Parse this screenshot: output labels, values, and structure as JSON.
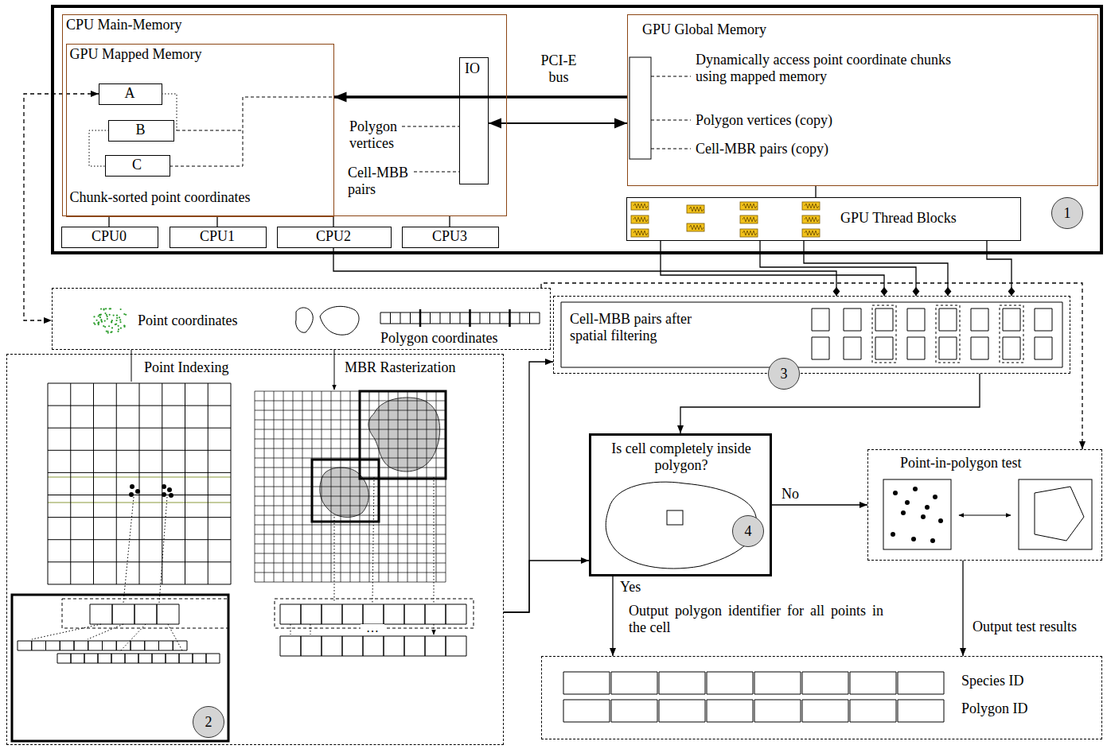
{
  "diagram": {
    "nodes": [
      {
        "text": [
          "CPU Main-Memory",
          "Polygon vertices",
          "Cell-MBB pairs"
        ]
      },
      {
        "text": [
          "GPU Mapped Memory",
          "Chunk-sorted point coordinates"
        ],
        "in": 0
      },
      {
        "text": [
          "A"
        ],
        "in": 1
      },
      {
        "text": [
          "B"
        ],
        "in": 1
      },
      {
        "text": [
          "C"
        ],
        "in": 1
      },
      {
        "text": [
          "IO"
        ],
        "in": 0
      },
      {
        "text": [
          "GPU Global Memory",
          "Dynamically access point coordinate chunks using mapped memory",
          "Polygon vertices (copy)",
          "Cell-MBR pairs (copy)"
        ]
      },
      {
        "text": [
          "CPU0"
        ]
      },
      {
        "text": [
          "CPU1"
        ]
      },
      {
        "text": [
          "CPU2"
        ]
      },
      {
        "text": [
          "CPU3"
        ]
      },
      {
        "text": [
          "GPU Thread Blocks"
        ]
      },
      {
        "text": [
          "Point coordinates",
          "Polygon coordinates"
        ]
      },
      {
        "text": [
          "Point Indexing",
          "MBR Rasterization"
        ]
      },
      {
        "text": [
          "Cell-MBB pairs after spatial filtering"
        ]
      },
      {
        "text": [
          "Is cell completely inside polygon?"
        ]
      },
      {
        "text": [
          "Point-in-polygon test"
        ]
      },
      {
        "text": [
          "Species ID",
          "Polygon ID"
        ]
      }
    ],
    "edges": [
      {
        "from": 6,
        "to": 1,
        "arrow": "to"
      },
      {
        "from": 5,
        "to": 6,
        "label": "PCI-E bus",
        "arrow": "both"
      },
      {
        "from": 7,
        "to": 0,
        "arrow": "none"
      },
      {
        "from": 8,
        "to": 0,
        "arrow": "none"
      },
      {
        "from": 9,
        "to": 0,
        "arrow": "none"
      },
      {
        "from": 10,
        "to": 0,
        "arrow": "none"
      },
      {
        "from": 11,
        "to": 6,
        "arrow": "none"
      },
      {
        "from": 2,
        "to": 12,
        "arrow": "both"
      },
      {
        "from": 9,
        "to": 14,
        "arrow": "to"
      },
      {
        "from": 11,
        "to": 14,
        "arrow": "to"
      },
      {
        "from": 11,
        "to": 14,
        "arrow": "to"
      },
      {
        "from": 11,
        "to": 14,
        "arrow": "to"
      },
      {
        "from": 11,
        "to": 14,
        "arrow": "to"
      },
      {
        "from": 12,
        "to": 16,
        "arrow": "to"
      },
      {
        "from": 13,
        "to": 14,
        "arrow": "to"
      },
      {
        "from": 13,
        "to": 15,
        "arrow": "to"
      },
      {
        "from": 14,
        "to": 15,
        "arrow": "to"
      },
      {
        "from": 15,
        "to": 16,
        "label": "No",
        "arrow": "to"
      },
      {
        "from": 15,
        "to": 17,
        "label": "Yes",
        "arrow": "to"
      },
      {
        "from": 16,
        "to": 17,
        "label": "Output test results",
        "arrow": "to"
      }
    ],
    "labels": [
      "1",
      "…",
      "2",
      "3",
      "4",
      "Output polygon identifier for all points in the cell"
    ]
  }
}
